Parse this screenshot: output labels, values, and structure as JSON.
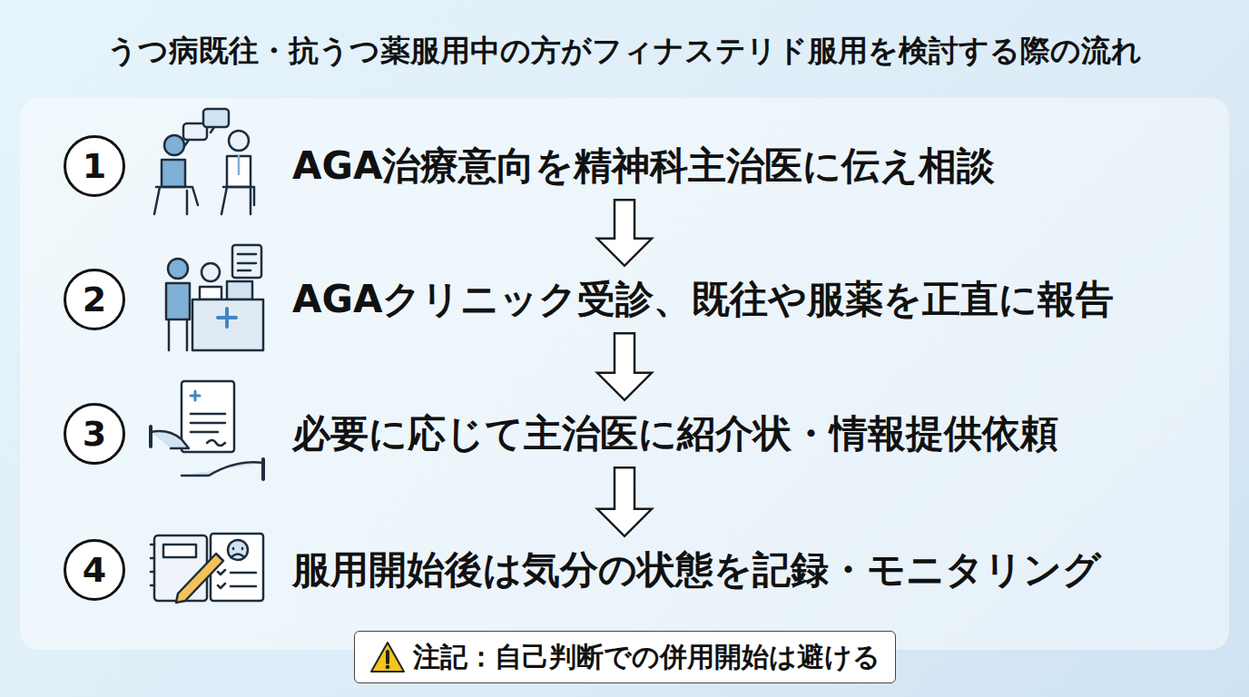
{
  "diagram": {
    "title": "うつ病既往・抗うつ薬服用中の方がフィナステリド服用を検討する際の流れ",
    "nodes": [
      {
        "text": [
          "1"
        ]
      },
      {
        "text": [
          "AGA治療意向を精神科主治医に伝え相談"
        ]
      },
      {
        "text": [
          "2"
        ]
      },
      {
        "text": [
          "AGAクリニック受診、既往や服薬を正直に報告"
        ]
      },
      {
        "text": [
          "3"
        ]
      },
      {
        "text": [
          "必要に応じて主治医に紹介状・情報提供依頼"
        ]
      },
      {
        "text": [
          "4"
        ]
      },
      {
        "text": [
          "服用開始後は気分の状態を記録・モニタリング"
        ]
      },
      {
        "text": [
          "注記：自己判断での併用開始は避ける"
        ]
      }
    ],
    "edges": [
      {
        "from": 1,
        "to": 3,
        "arrow": "to"
      },
      {
        "from": 3,
        "to": 5,
        "arrow": "to"
      },
      {
        "from": 5,
        "to": 7,
        "arrow": "to"
      }
    ]
  }
}
